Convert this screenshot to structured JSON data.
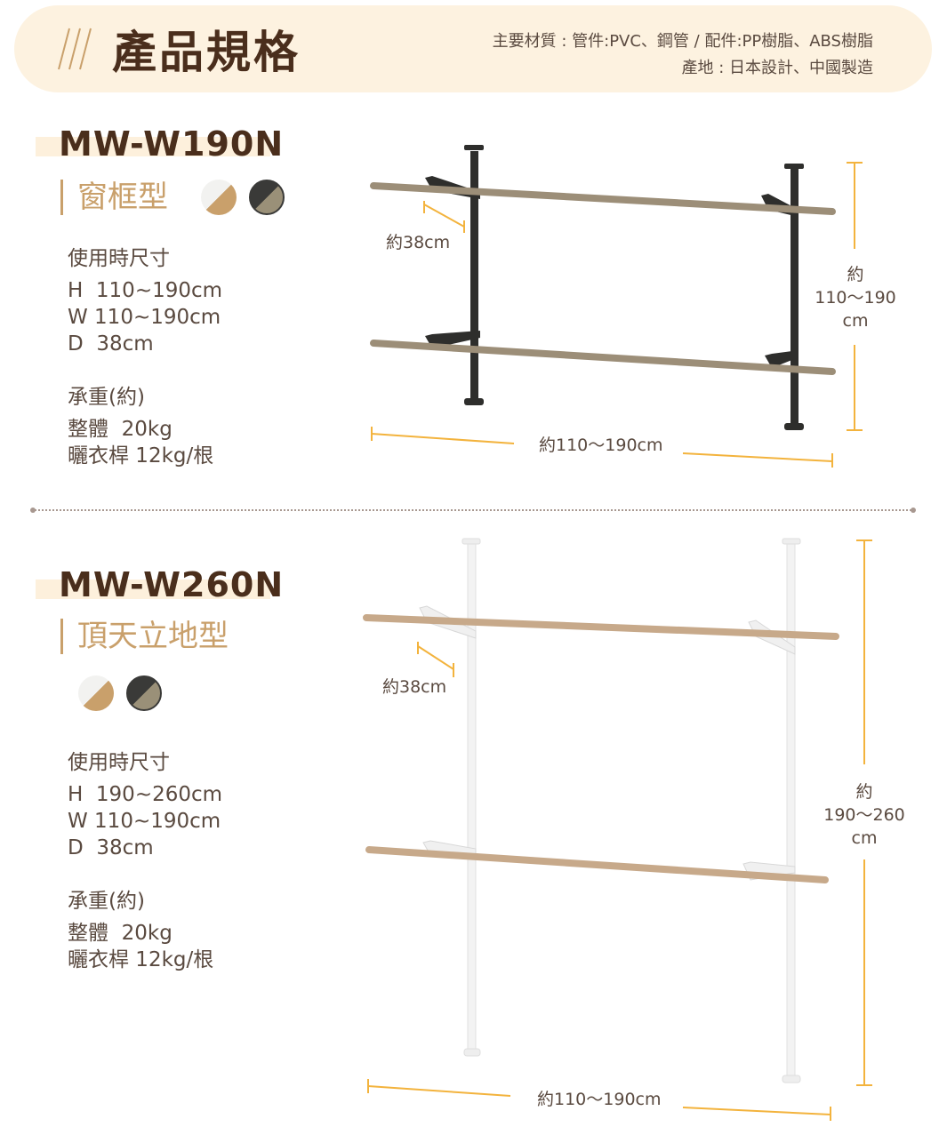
{
  "banner": {
    "title": "產品規格",
    "material_line": "主要材質 : 管件:PVC、鋼管 / 配件:PP樹脂、ABS樹脂",
    "origin_line": "產地 : 日本設計、中國製造"
  },
  "colors": {
    "brand_dark": "#4a2e1c",
    "accent_tan": "#c9a06b",
    "dimension_orange": "#f3b33d",
    "banner_bg": "#fdf2e0",
    "text": "#5a4a40"
  },
  "products": [
    {
      "model": "MW-W190N",
      "type": "窗框型",
      "swatches": [
        {
          "name": "white-tan",
          "top": "#f2f2f0",
          "bottom": "#c9a06b"
        },
        {
          "name": "black-khaki",
          "top": "#3a3a38",
          "bottom": "#9a9078"
        }
      ],
      "size_heading": "使用時尺寸",
      "sizes": [
        "H  110~190cm",
        "W 110~190cm",
        "D  38cm"
      ],
      "load_heading": "承重(約)",
      "loads": [
        "整體  20kg",
        "曬衣桿 12kg/根"
      ],
      "figure": {
        "depth_label": "約38cm",
        "height_label_1": "約",
        "height_label_2": "110〜190",
        "height_label_3": "cm",
        "width_label": "約110〜190cm"
      }
    },
    {
      "model": "MW-W260N",
      "type": "頂天立地型",
      "swatches": [
        {
          "name": "white-tan",
          "top": "#f2f2f0",
          "bottom": "#c9a06b"
        },
        {
          "name": "black-khaki",
          "top": "#3a3a38",
          "bottom": "#9a9078"
        }
      ],
      "size_heading": "使用時尺寸",
      "sizes": [
        "H  190~260cm",
        "W 110~190cm",
        "D  38cm"
      ],
      "load_heading": "承重(約)",
      "loads": [
        "整體  20kg",
        "曬衣桿 12kg/根"
      ],
      "figure": {
        "depth_label": "約38cm",
        "height_label_1": "約",
        "height_label_2": "190〜260",
        "height_label_3": "cm",
        "width_label": "約110〜190cm"
      }
    }
  ]
}
